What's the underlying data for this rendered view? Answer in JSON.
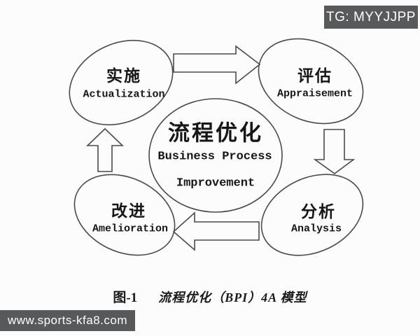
{
  "overlays": {
    "tg_badge": "TG: MYYJJPP",
    "watermark": "www.sports-kfa8.com"
  },
  "diagram": {
    "center": {
      "title_zh": "流程优化",
      "subtitle_line1": "Business Process",
      "subtitle_line2": "Improvement"
    },
    "nodes": [
      {
        "id": "actualization",
        "zh": "实施",
        "en": "Actualization",
        "position": "top-left"
      },
      {
        "id": "appraisement",
        "zh": "评估",
        "en": "Appraisement",
        "position": "top-right"
      },
      {
        "id": "analysis",
        "zh": "分析",
        "en": "Analysis",
        "position": "bottom-right"
      },
      {
        "id": "amelioration",
        "zh": "改进",
        "en": "Amelioration",
        "position": "bottom-left"
      }
    ],
    "arrows": [
      {
        "from": "actualization",
        "to": "appraisement",
        "direction": "right"
      },
      {
        "from": "appraisement",
        "to": "analysis",
        "direction": "down"
      },
      {
        "from": "analysis",
        "to": "amelioration",
        "direction": "left"
      },
      {
        "from": "amelioration",
        "to": "actualization",
        "direction": "up"
      }
    ]
  },
  "caption": {
    "fig_no": "图-1",
    "fig_title": "流程优化（BPI）4A 模型"
  },
  "colors": {
    "line": "#4a4a4a",
    "text": "#161616",
    "badge_bg": "#58595b",
    "badge_text": "#ffffff",
    "background": "#fcfcfc"
  }
}
